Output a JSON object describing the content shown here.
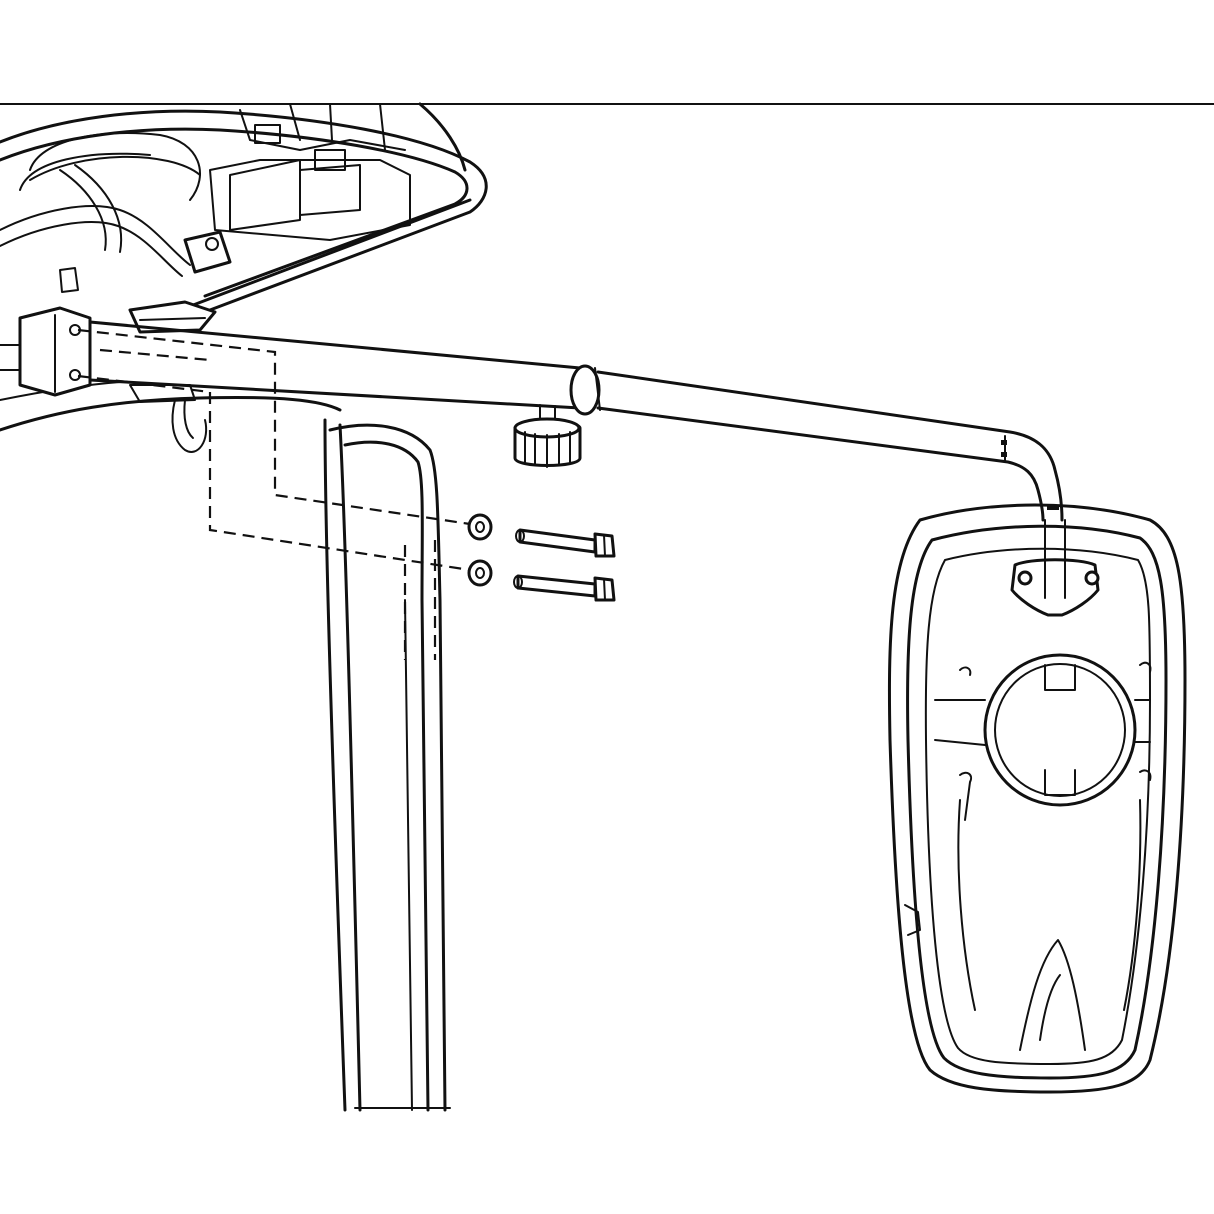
{
  "diagram": {
    "kind": "exploded-assembly-line-drawing",
    "parts": [
      {
        "id": "mounting-bracket",
        "icon": "bracket-block"
      },
      {
        "id": "support-arm",
        "icon": "tube-arm"
      },
      {
        "id": "adjustment-knob",
        "icon": "knurled-knob"
      },
      {
        "id": "washer-upper",
        "icon": "washer"
      },
      {
        "id": "washer-lower",
        "icon": "washer"
      },
      {
        "id": "bolt-upper",
        "icon": "hex-bolt"
      },
      {
        "id": "bolt-lower",
        "icon": "hex-bolt"
      },
      {
        "id": "mirror-head",
        "icon": "rounded-rect-mirror"
      },
      {
        "id": "vehicle-frame",
        "icon": "frame-structure"
      }
    ],
    "colors": {
      "ink": "#111111",
      "paper": "#ffffff"
    }
  }
}
